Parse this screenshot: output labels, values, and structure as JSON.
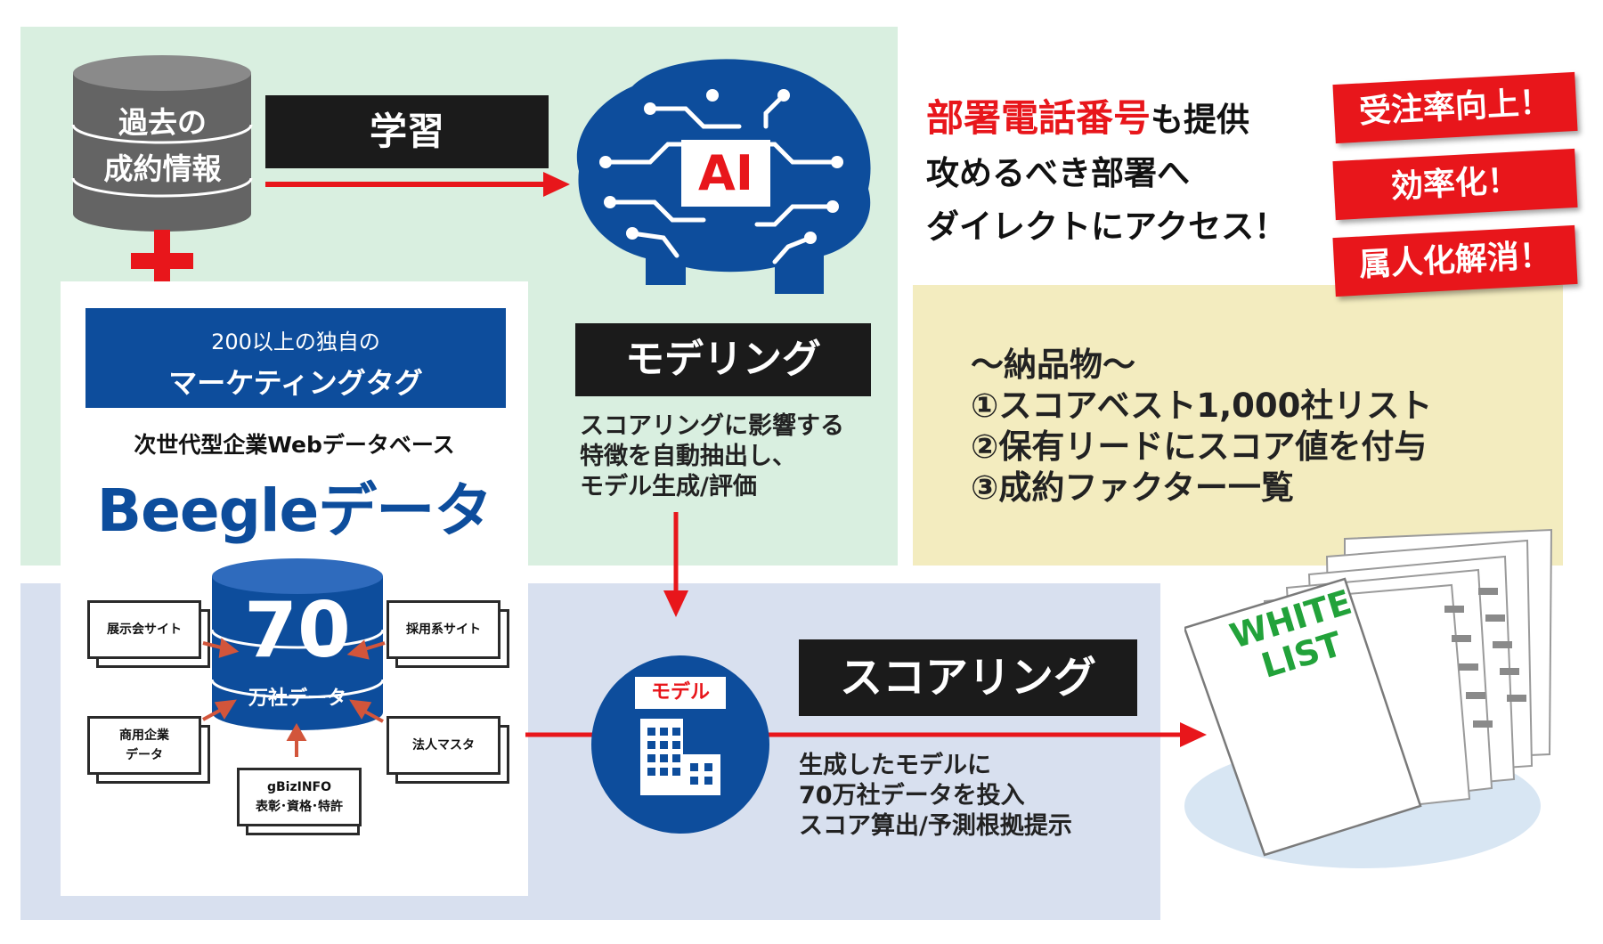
{
  "past_db": {
    "line1": "過去の",
    "line2": "成約情報"
  },
  "learning": {
    "label": "学習"
  },
  "ai": {
    "label": "AI"
  },
  "modeling": {
    "label": "モデリング",
    "desc": [
      "スコアリングに影響する",
      "特徴を自動抽出し、",
      "モデル生成/評価"
    ]
  },
  "marketing_tag": {
    "line1": "200以上の独自の",
    "line2": "マーケティングタグ"
  },
  "beegle": {
    "subtitle": "次世代型企業Webデータベース",
    "title": "Beegleデータ"
  },
  "data_db": {
    "number": "70",
    "unit": "万社データ"
  },
  "sources": {
    "exhibition": "展示会サイト",
    "recruit": "採用系サイト",
    "commercial": [
      "商用企業",
      "データ"
    ],
    "corporate": "法人マスタ",
    "gbiz": [
      "gBizINFO",
      "表彰･資格･特許"
    ]
  },
  "model_icon": {
    "label": "モデル"
  },
  "scoring": {
    "label": "スコアリング",
    "desc": [
      "生成したモデルに",
      "70万社データを投入",
      "スコア算出/予測根拠提示"
    ]
  },
  "headline": {
    "red": "部署電話番号",
    "line1_rest": "も提供",
    "line2": "攻めるべき部署へ",
    "line3": "ダイレクトにアクセス！"
  },
  "benefits": [
    "受注率向上！",
    "効率化！",
    "属人化解消！"
  ],
  "deliverables": {
    "title": "〜納品物〜",
    "items": [
      "①スコアベスト1,000社リスト",
      "②保有リードにスコア値を付与",
      "③成約ファクター一覧"
    ]
  },
  "whitelist": {
    "line1": "WHITE",
    "line2": "LIST"
  },
  "colors": {
    "red": "#e8161b",
    "blue": "#0d4d9c",
    "green_text": "#22a23a"
  }
}
